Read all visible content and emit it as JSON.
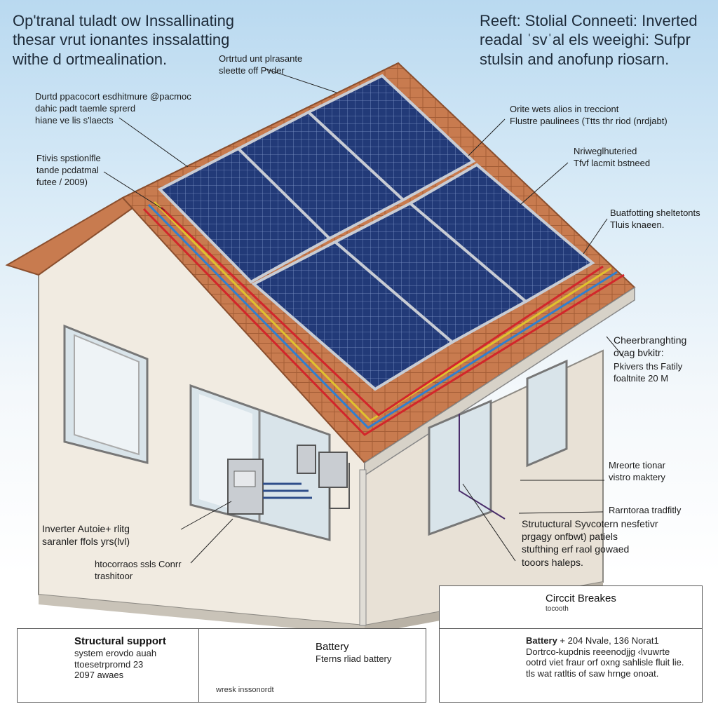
{
  "title_left": {
    "line1": "Op'tranal tuladt ow Inssallinating",
    "line2": "thesar vrut ionantes inssalatting",
    "line3": "withe d ortmealination."
  },
  "title_right": {
    "line1": "Reeft: Stolial Conneeti: Inverted",
    "line2": "readal ˈsvˈal els weeighi: Sufpr",
    "line3": "stulsin and anofunp riosarn."
  },
  "callouts": {
    "ridge": [
      "Ortrtud unt plrasante",
      "sleette off Pvder"
    ],
    "top_left": [
      "Durtd ppacocort esdhitmure @pacmoc",
      "dahic padt taemle sprerd",
      "hiane ve lis s'laects"
    ],
    "mid_left": [
      "Ftivis spstionlfle",
      "tande pcdatmal",
      "futee / 2009)"
    ],
    "right_1": [
      "Orite wets alios in trecciont",
      "Flustre paulinees (Ttts thr riod (nrdjabt)"
    ],
    "right_2": [
      "Nriweglhuteried",
      "Tfvf lacmit bstneed"
    ],
    "right_3": [
      "Buatfotting sheltetonts",
      "Tluis knaeen."
    ],
    "right_4": [
      "Cheerbranghting",
      "ovag bvkitr:"
    ],
    "right_5": [
      "Pkivers ths Fatily",
      "foaltnite 20 M"
    ],
    "right_6": [
      "Mreorte tionar",
      "vistro maktery"
    ],
    "right_7": [
      "Rarntoraa tradfitly"
    ],
    "right_8": [
      "Strutuctural Syvcotern nesfetivr",
      "prgagy onfbwt) patiels",
      "stufthing erf raol gowaed",
      "tooors haleps."
    ],
    "inverter": [
      "Inverter Autoie+ rlitg",
      "saranler ffols yrs(lvl)"
    ],
    "transfer": [
      "htocorraos ssls Conrr",
      "trashitoor"
    ]
  },
  "legend": {
    "structural": {
      "title": "Structural support",
      "lines": [
        "system erovdo auah",
        "ttoesetrpromd 23",
        "2097 awaes"
      ]
    },
    "battery_unit": {
      "title": "Battery",
      "sub": "Fterns rliad battery",
      "caption": "wresk inssonordt"
    },
    "breaker": {
      "title": "Circcit Breakes",
      "sub": "tocooth"
    },
    "battery_big": {
      "title": "Battery",
      "title_rest": "+ 204 Nvale, 136 Norat1",
      "lines": [
        "Dortrco-kupdnis reeenodjjg ‹lvuwrte",
        "ootrd viet fraur orf oxng sahlisle fluit lie.",
        "tls wat ratltis of saw hrnge onoat."
      ]
    }
  },
  "colors": {
    "sky": "#b9d9f0",
    "wall": "#f1ebe1",
    "roof_tile": "#c77a4e",
    "panel": "#1d2f66",
    "wire_red": "#d2262b",
    "wire_blue": "#2f7fd0",
    "wire_yellow": "#e0c12e",
    "battery_green": "#2e7d4f"
  }
}
